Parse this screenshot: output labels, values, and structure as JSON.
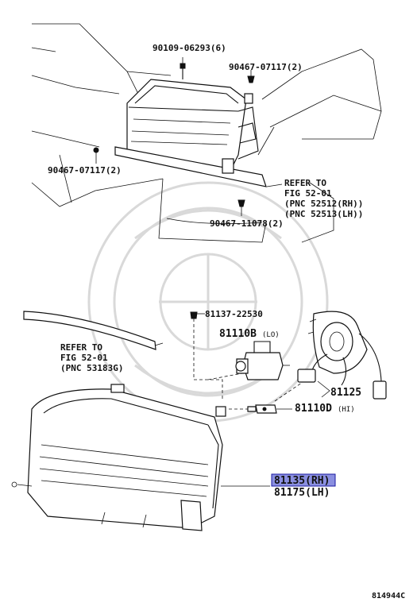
{
  "callouts": {
    "c1": "90109-06293(6)",
    "c2": "90467-07117(2)",
    "c3": "90467-07117(2)",
    "c4": "90467-11078(2)",
    "c5": "81137-22530",
    "c6_num": "81110B",
    "c6_suffix": "(LO)",
    "c7_num": "81110D",
    "c7_suffix": "(HI)",
    "c8": "81125",
    "c9_rh": "81135(RH)",
    "c9_lh": "81175(LH)"
  },
  "refer_top": {
    "l1": "REFER TO",
    "l2": "FIG 52-01",
    "l3": "(PNC 52512(RH))",
    "l4": "(PNC 52513(LH))"
  },
  "refer_left": {
    "l1": "REFER TO",
    "l2": "FIG 52-01",
    "l3": "(PNC 53183G)"
  },
  "diagram_code": "814944C",
  "colors": {
    "highlight": "#8a8fe0",
    "line": "#111111",
    "watermark": "#d9d9d9"
  }
}
